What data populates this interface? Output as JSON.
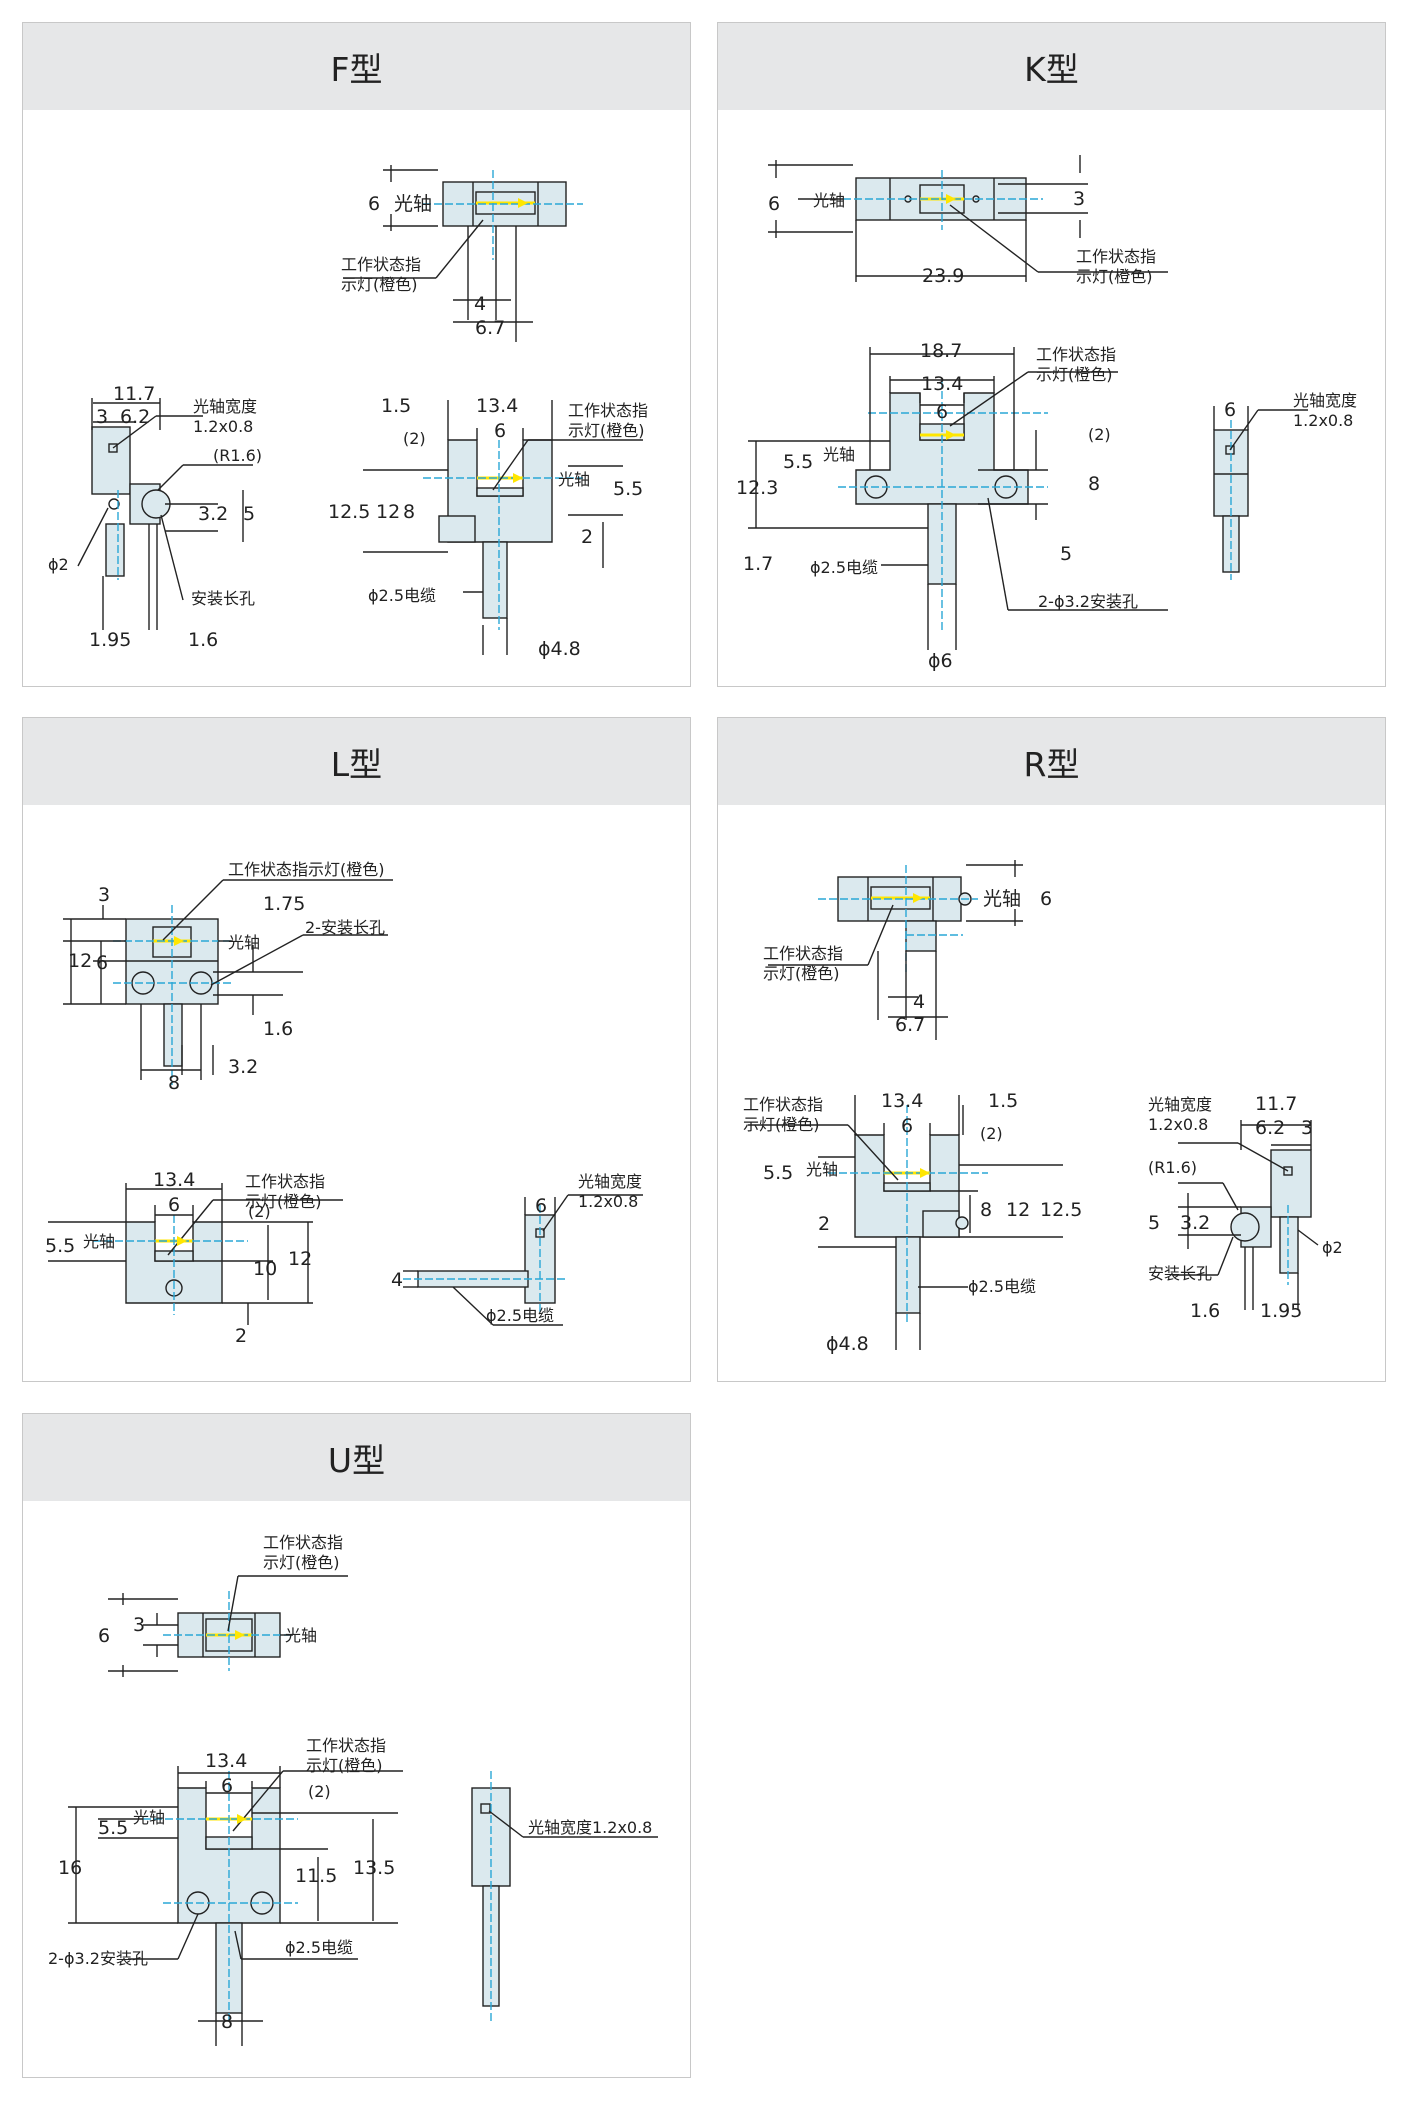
{
  "panels": {
    "F": {
      "title": "F型",
      "labels": {
        "dim_6": "6",
        "guangzhou": "光轴",
        "status1": "工作状态指",
        "status2": "示灯(橙色)",
        "dim_4": "4",
        "dim_6_7": "6.7",
        "dim_11_7": "11.7",
        "dim_3": "3",
        "dim_6_2": "6.2",
        "width1": "光轴宽度",
        "width2": "1.2x0.8",
        "r16": "(R1.6)",
        "dim_3_2": "3.2",
        "dim_5": "5",
        "phi2": "ϕ2",
        "slot": "安装长孔",
        "dim_1_95": "1.95",
        "dim_1_6": "1.6",
        "dim_1_5": "1.5",
        "dim_13_4": "13.4",
        "dim_6b": "6",
        "paren2": "(2)",
        "status3": "工作状态指",
        "status4": "示灯(橙色)",
        "dim_12_5": "12.5",
        "dim_12": "12",
        "dim_8": "8",
        "guangzhou2": "光轴",
        "dim_5_5": "5.5",
        "dim_2": "2",
        "cable": "ϕ2.5电缆",
        "phi48": "ϕ4.8"
      }
    },
    "K": {
      "title": "K型",
      "labels": {
        "dim_6": "6",
        "guangzhou": "光轴",
        "dim_3": "3",
        "status1": "工作状态指",
        "status2": "示灯(橙色)",
        "dim_23_9": "23.9",
        "dim_18_7": "18.7",
        "dim_13_4": "13.4",
        "dim_6b": "6",
        "status3": "工作状态指",
        "status4": "示灯(橙色)",
        "paren2": "(2)",
        "dim_5_5": "5.5",
        "guangzhou2": "光轴",
        "dim_12_3": "12.3",
        "dim_8": "8",
        "dim_5": "5",
        "dim_1_7": "1.7",
        "cable": "ϕ2.5电缆",
        "holes": "2-ϕ3.2安装孔",
        "phi6": "ϕ6",
        "dim_6c": "6",
        "width1": "光轴宽度",
        "width2": "1.2x0.8"
      }
    },
    "L": {
      "title": "L型",
      "labels": {
        "dim_3": "3",
        "status_full": "工作状态指示灯(橙色)",
        "dim_1_75": "1.75",
        "guangzhou": "光轴",
        "dim_12": "12",
        "dim_6": "6",
        "slot": "2-安装长孔",
        "dim_1_6": "1.6",
        "dim_3_2": "3.2",
        "dim_8": "8",
        "status1": "工作状态指",
        "status2": "示灯(橙色)",
        "dim_13_4": "13.4",
        "dim_6b": "6",
        "paren2": "(2)",
        "dim_5_5": "5.5",
        "guangzhou2": "光轴",
        "dim_10": "10",
        "dim_12b": "12",
        "dim_2": "2",
        "width1": "光轴宽度",
        "width2": "1.2x0.8",
        "dim_6c": "6",
        "dim_4": "4",
        "cable": "ϕ2.5电缆"
      }
    },
    "R": {
      "title": "R型",
      "labels": {
        "guangzhou": "光轴",
        "dim_6": "6",
        "status1": "工作状态指",
        "status2": "示灯(橙色)",
        "dim_4": "4",
        "dim_6_7": "6.7",
        "status3": "工作状态指",
        "status4": "示灯(橙色)",
        "dim_13_4": "13.4",
        "dim_1_5": "1.5",
        "dim_6b": "6",
        "paren2": "(2)",
        "dim_5_5": "5.5",
        "guangzhou2": "光轴",
        "dim_8": "8",
        "dim_12": "12",
        "dim_12_5": "12.5",
        "dim_2": "2",
        "cable": "ϕ2.5电缆",
        "phi48": "ϕ4.8",
        "width1": "光轴宽度",
        "width2": "1.2x0.8",
        "dim_11_7": "11.7",
        "dim_6_2": "6.2",
        "dim_3": "3",
        "r16": "(R1.6)",
        "dim_5": "5",
        "dim_3_2": "3.2",
        "phi2": "ϕ2",
        "slot": "安装长孔",
        "dim_1_6": "1.6",
        "dim_1_95": "1.95"
      }
    },
    "U": {
      "title": "U型",
      "labels": {
        "status1": "工作状态指",
        "status2": "示灯(橙色)",
        "dim_6": "6",
        "dim_3": "3",
        "guangzhou": "光轴",
        "status3": "工作状态指",
        "status4": "示灯(橙色)",
        "dim_13_4": "13.4",
        "dim_6b": "6",
        "paren2": "(2)",
        "dim_5_5": "5.5",
        "guangzhou2": "光轴",
        "dim_16": "16",
        "dim_11_5": "11.5",
        "dim_13_5": "13.5",
        "holes": "2-ϕ3.2安装孔",
        "cable": "ϕ2.5电缆",
        "dim_8": "8",
        "width_full": "光轴宽度1.2x0.8"
      }
    }
  },
  "colors": {
    "body": "#dbe9ee",
    "outline": "#222222",
    "axis": "#2aa7d6",
    "indicator": "#ffe600",
    "header": "#e6e7e8"
  }
}
